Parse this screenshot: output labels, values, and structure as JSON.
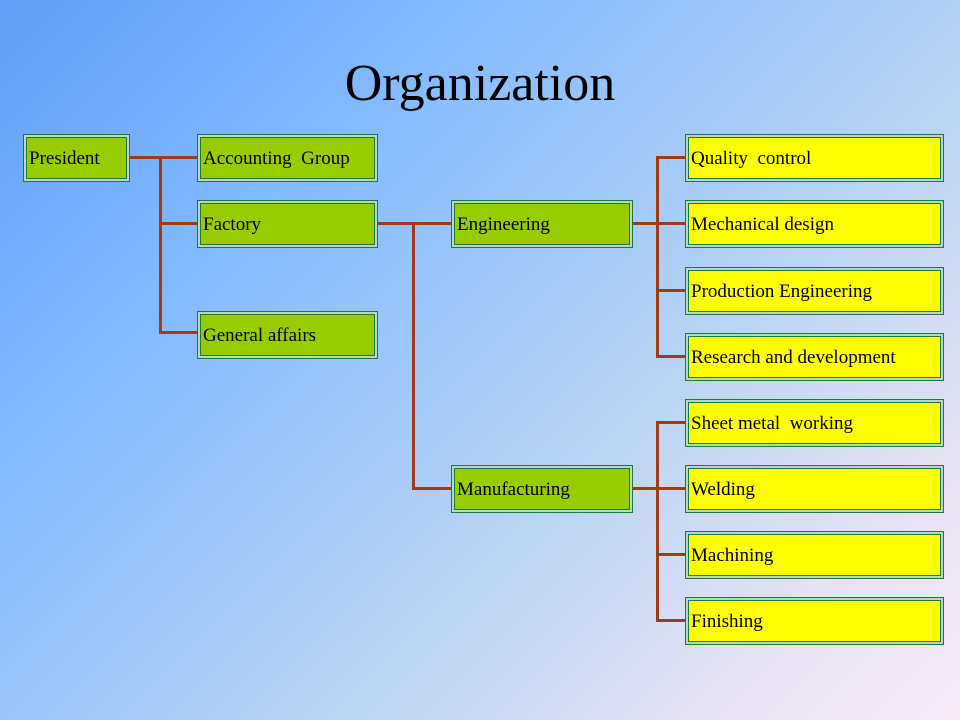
{
  "title": "Organization",
  "colors": {
    "level_green": "#99cc00",
    "level_yellow": "#ffff00",
    "connector": "#a33a16",
    "box_border": "#1a7a3a"
  },
  "org": {
    "president": "President",
    "accounting": "Accounting  Group",
    "factory": "Factory",
    "general_affairs": "General affairs",
    "engineering": "Engineering",
    "manufacturing": "Manufacturing",
    "quality_control": "Quality  control",
    "mechanical_design": "Mechanical design",
    "production_engineering": "Production Engineering",
    "research_development": "Research and development",
    "sheet_metal": "Sheet metal  working",
    "welding": "Welding",
    "machining": "Machining",
    "finishing": "Finishing"
  }
}
